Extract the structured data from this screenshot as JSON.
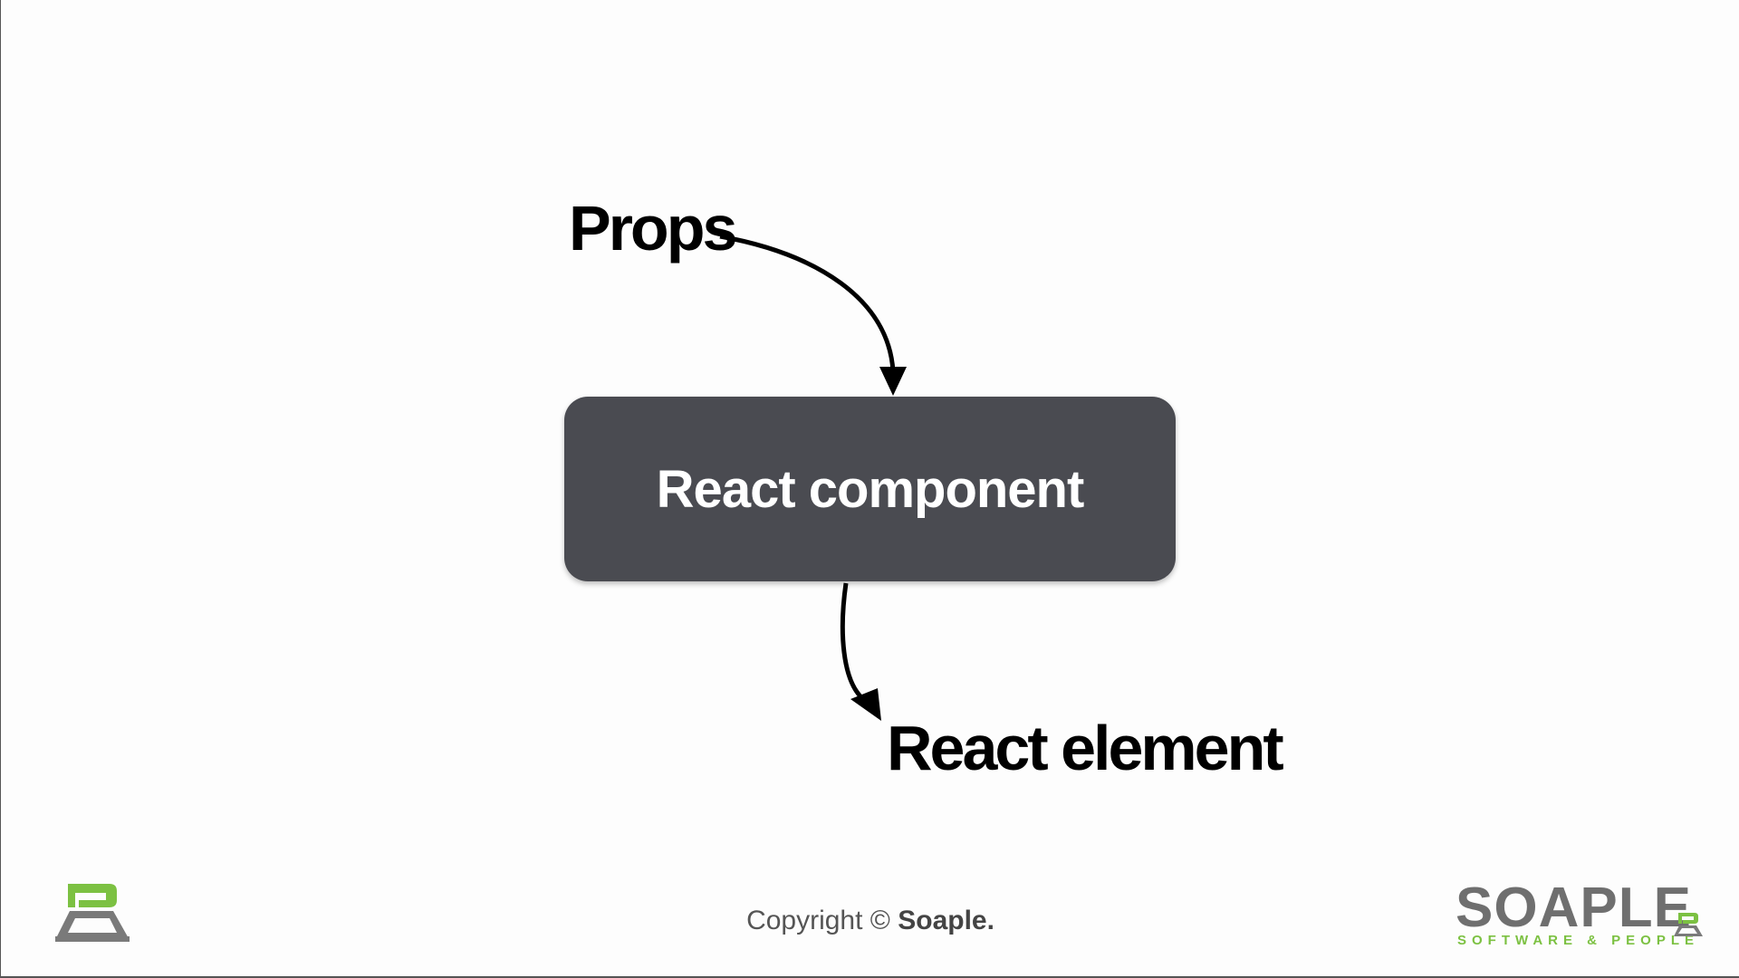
{
  "diagram": {
    "input_label": "Props",
    "component_label": "React component",
    "output_label": "React element"
  },
  "footer": {
    "copyright_prefix": "Copyright © ",
    "copyright_brand": "Soaple.",
    "logo_word": "SOAPLE",
    "logo_tagline": "SOFTWARE & PEOPLE"
  },
  "colors": {
    "component_fill": "#4a4b51",
    "logo_green": "#7cc142",
    "logo_gray": "#6f6f6f"
  },
  "icons": {
    "left_logo": "soaple-mark-icon",
    "right_logo_mark": "soaple-mark-icon"
  }
}
